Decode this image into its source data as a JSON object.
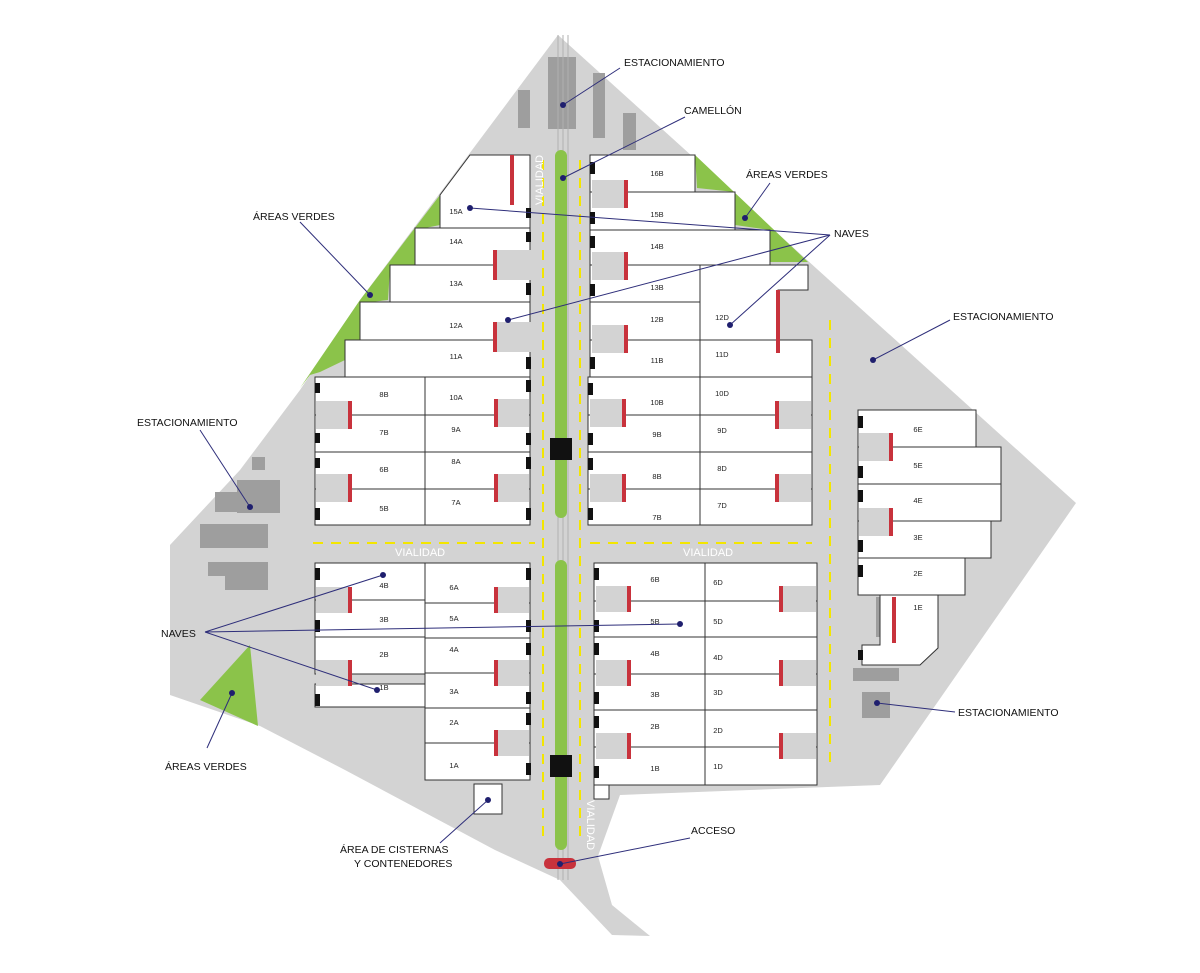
{
  "labels": {
    "estacionamiento_top": "ESTACIONAMIENTO",
    "camellon": "CAMELLÓN",
    "areas_verdes_top_right": "ÁREAS VERDES",
    "areas_verdes_top_left": "ÁREAS VERDES",
    "naves_right": "NAVES",
    "estacionamiento_right": "ESTACIONAMIENTO",
    "estacionamiento_left": "ESTACIONAMIENTO",
    "naves_left": "NAVES",
    "areas_verdes_bottom_left": "ÁREAS VERDES",
    "cisternas_line1": "ÁREA DE CISTERNAS",
    "cisternas_line2": "Y CONTENEDORES",
    "acceso": "ACCESO",
    "estacionamiento_bottom_right": "ESTACIONAMIENTO"
  },
  "roads": {
    "vialidad_top": "VIALIDAD",
    "vialidad_left": "VIALIDAD",
    "vialidad_right": "VIALIDAD",
    "vialidad_bottom": "VIALIDAD"
  },
  "colors": {
    "ground": "#d3d3d3",
    "green": "#8bc34a",
    "dock": "#c8323c",
    "gray_block": "#9e9e9e",
    "leader": "#2e2e7a",
    "lane": "#f3e600"
  },
  "buildings": {
    "a16B": "16B",
    "a15A": "15A",
    "a15B": "15B",
    "a14A": "14A",
    "a14B": "14B",
    "a13A": "13A",
    "a13B": "13B",
    "a12A": "12A",
    "a12B": "12B",
    "a12D": "12D",
    "a11A": "11A",
    "a11B": "11B",
    "a11D": "11D",
    "a8B": "8B",
    "a10A": "10A",
    "a10B": "10B",
    "a10D": "10D",
    "a7B": "7B",
    "a9A": "9A",
    "a9B": "9B",
    "a9D": "9D",
    "a6B": "6B",
    "a8A": "8A",
    "a8B2": "8B",
    "a8D": "8D",
    "a5B": "5B",
    "a7A": "7A",
    "a7B2": "7B",
    "a7D": "7D",
    "a6E": "6E",
    "a5E": "5E",
    "a4E": "4E",
    "a3E": "3E",
    "a2E": "2E",
    "a1E": "1E",
    "a4B": "4B",
    "a6A": "6A",
    "a6B2": "6B",
    "a6D": "6D",
    "a3B": "3B",
    "a5A": "5A",
    "a5B2": "5B",
    "a5D": "5D",
    "a2B": "2B",
    "a4A": "4A",
    "a4B2": "4B",
    "a4D": "4D",
    "a1B": "1B",
    "a3A": "3A",
    "a3B2": "3B",
    "a3D": "3D",
    "a2A": "2A",
    "a2B2": "2B",
    "a2D": "2D",
    "a1A": "1A",
    "a1B2": "1B",
    "a1D": "1D"
  }
}
